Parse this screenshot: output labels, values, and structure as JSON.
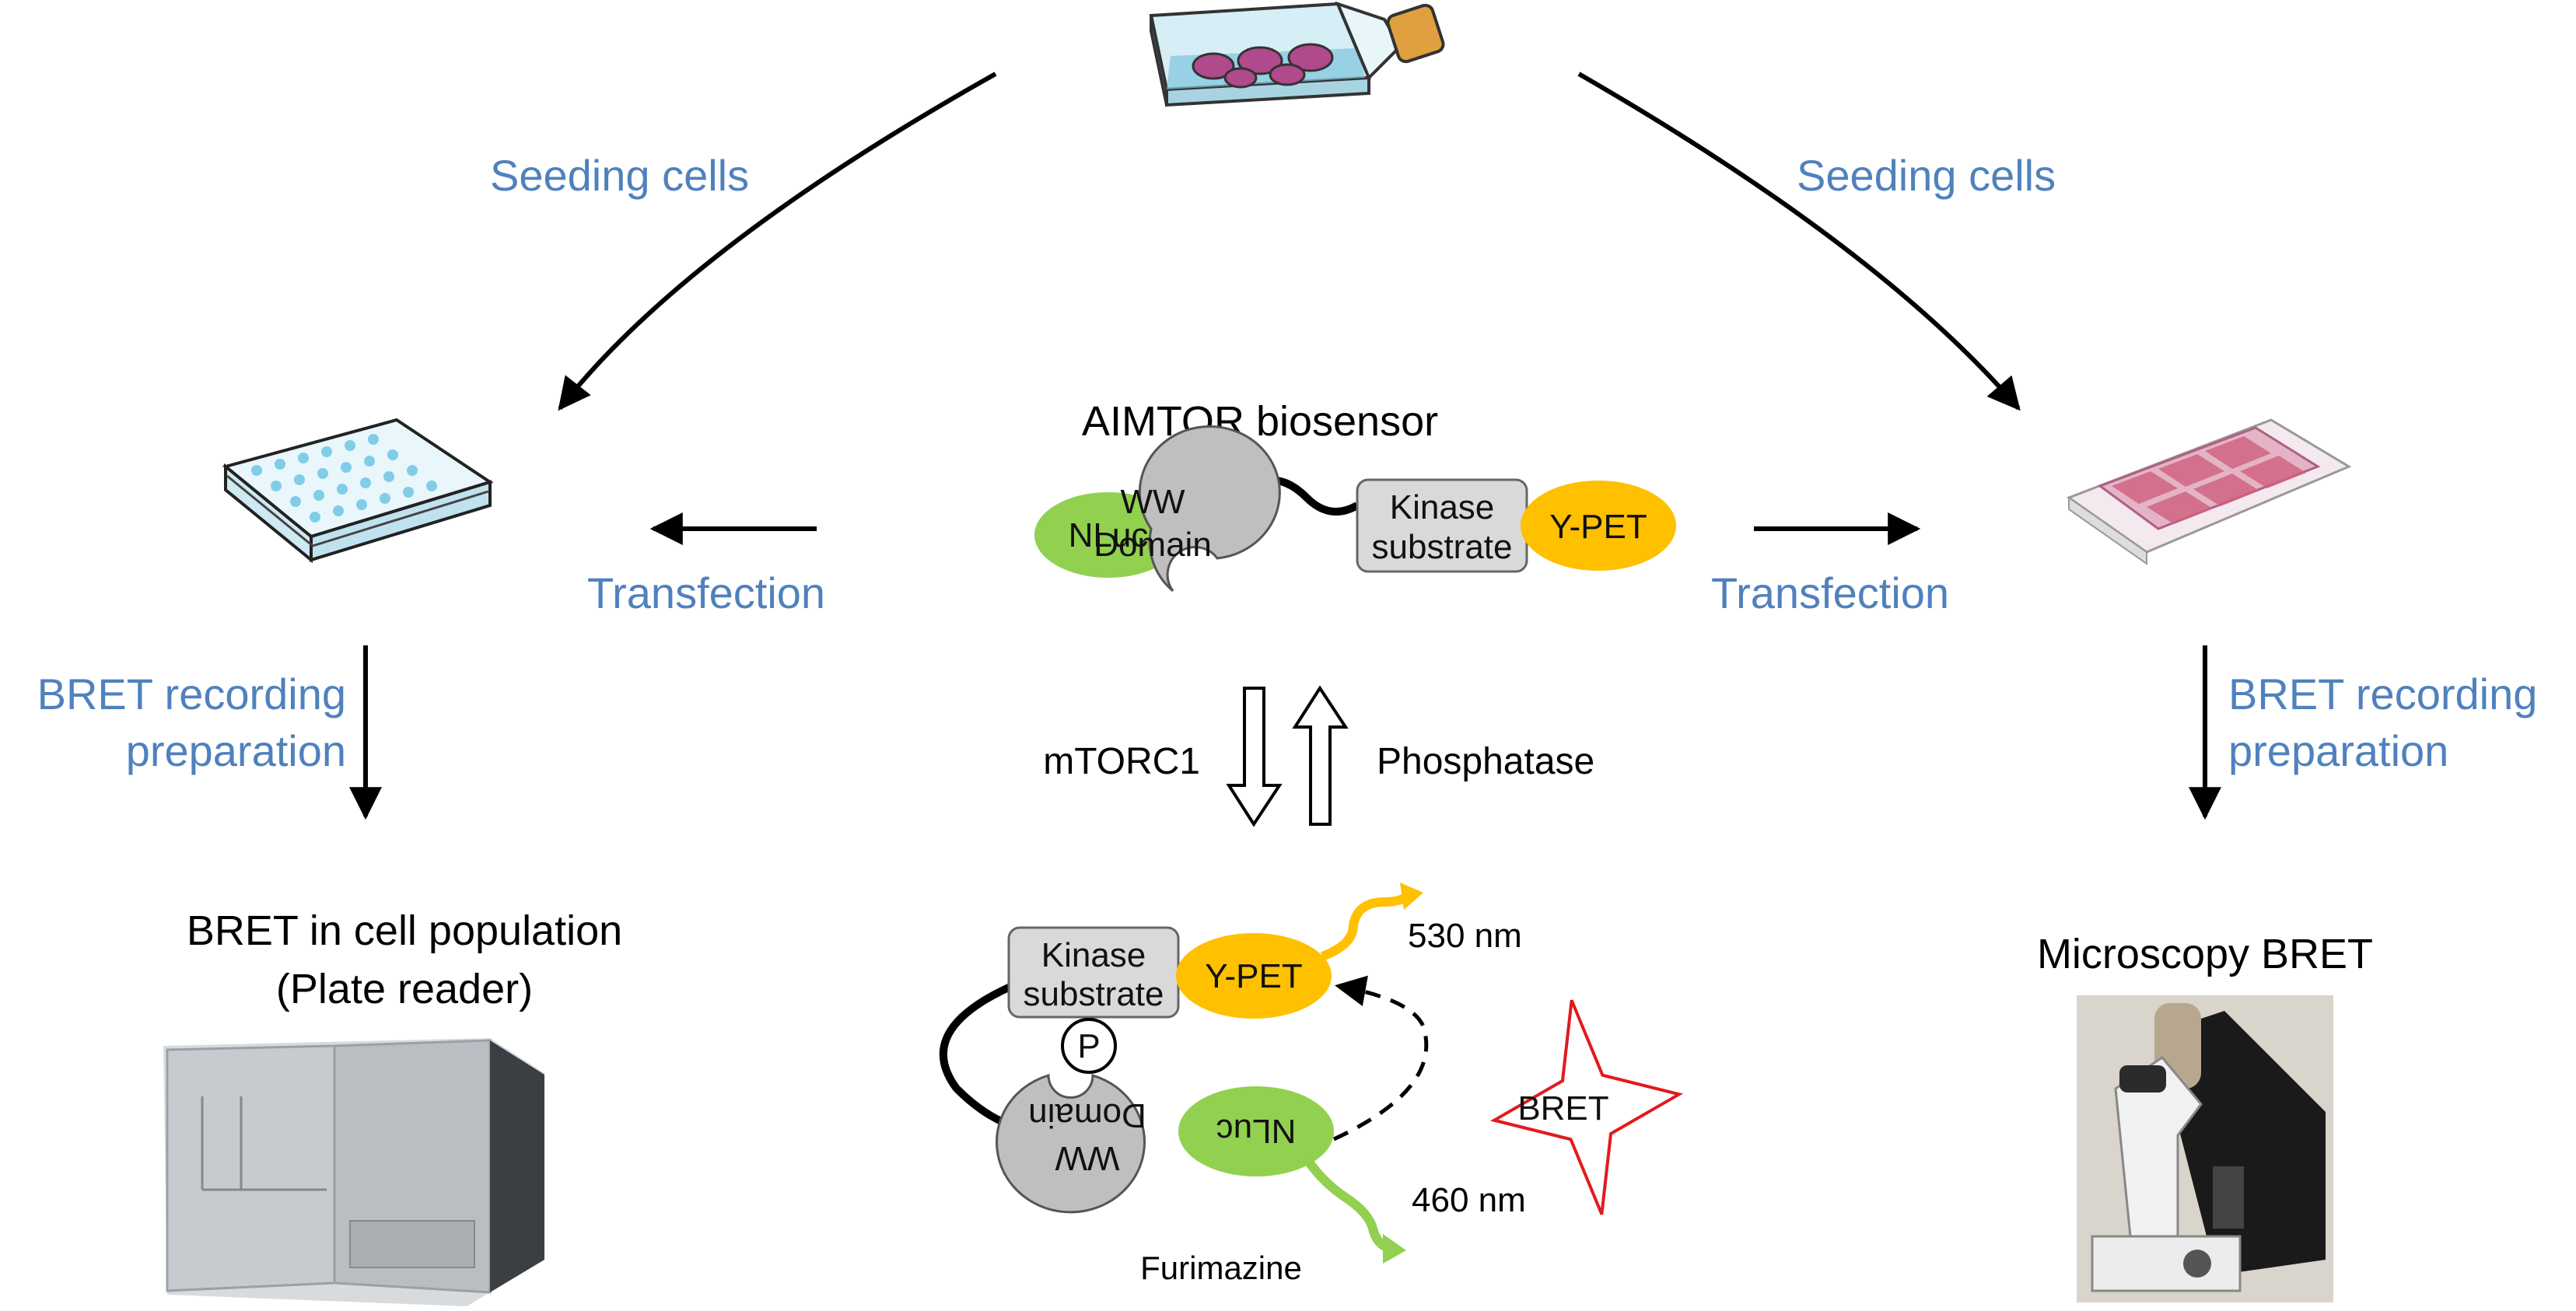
{
  "labels": {
    "seeding_left": "Seeding cells",
    "seeding_right": "Seeding cells",
    "transfection_left": "Transfection",
    "transfection_right": "Transfection",
    "bret_prep_left_1": "BRET recording",
    "bret_prep_left_2": "preparation",
    "bret_prep_right_1": "BRET recording",
    "bret_prep_right_2": "preparation",
    "population_1": "BRET in cell population",
    "population_2": "(Plate reader)",
    "microscopy": "Microscopy BRET",
    "biosensor_title": "AIMTOR biosensor",
    "mtorc1": "mTORC1",
    "phosphatase": "Phosphatase",
    "nm530": "530 nm",
    "nm460": "460 nm",
    "furimazine": "Furimazine",
    "bret_star": "BRET"
  },
  "sensor": {
    "nluc": "NLuc",
    "ww_1": "WW",
    "ww_2": "Domain",
    "kinase_1": "Kinase",
    "kinase_2": "substrate",
    "ypet": "Y-PET",
    "p": "P"
  },
  "colors": {
    "blue_text": "#4f81bd",
    "nluc_green": "#92d050",
    "ypet_yellow": "#ffc000",
    "grey_node": "#bfbfbf",
    "star_red": "#e31a1c"
  }
}
